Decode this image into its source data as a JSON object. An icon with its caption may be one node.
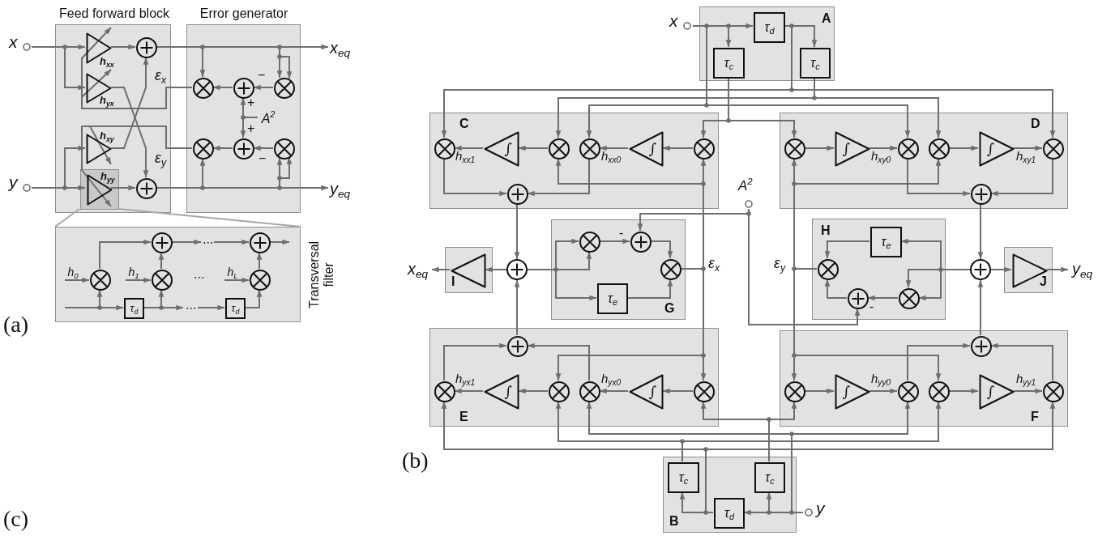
{
  "diagram": {
    "nodes": [
      {
        "text": [
          "Feed forward block"
        ]
      },
      {
        "text": [
          "Error generator"
        ]
      },
      {
        "text": [
          "x"
        ]
      },
      {
        "text": [
          "h$_{xx}$"
        ],
        "in": 0
      },
      {
        "text": [
          "h$_{yx}$"
        ],
        "in": 0
      },
      {
        "text": [],
        "shape": "adder",
        "in": 0
      },
      {
        "text": [
          "h$_{xy}$"
        ],
        "in": 0
      },
      {
        "text": [
          "y"
        ]
      },
      {
        "text": [],
        "shape": "box",
        "in": 0
      },
      {
        "text": [
          "h$_{yy}$"
        ],
        "in": 8
      },
      {
        "text": [],
        "shape": "adder",
        "in": 0
      },
      {
        "text": [],
        "shape": "multiplier",
        "in": 1
      },
      {
        "text": [],
        "shape": "adder",
        "in": 1
      },
      {
        "text": [],
        "shape": "multiplier",
        "in": 1
      },
      {
        "text": [
          "A$^{2}$"
        ],
        "in": 1
      },
      {
        "text": [],
        "shape": "multiplier",
        "in": 1
      },
      {
        "text": [],
        "shape": "adder",
        "in": 1
      },
      {
        "text": [],
        "shape": "multiplier",
        "in": 1
      },
      {
        "text": [
          "x$_{eq}$"
        ]
      },
      {
        "text": [
          "y$_{eq}$"
        ]
      },
      {
        "text": [
          "Transversal filter"
        ]
      },
      {
        "text": [],
        "shape": "adder",
        "in": 20
      },
      {
        "text": [
          "⋯"
        ],
        "in": 20
      },
      {
        "text": [],
        "shape": "adder",
        "in": 20
      },
      {
        "text": [
          "h$_{0}$"
        ],
        "in": 20
      },
      {
        "text": [],
        "shape": "multiplier",
        "in": 20
      },
      {
        "text": [
          "h$_{1}$"
        ],
        "in": 20
      },
      {
        "text": [],
        "shape": "multiplier",
        "in": 20
      },
      {
        "text": [
          "h$_{L}$"
        ],
        "in": 20
      },
      {
        "text": [],
        "shape": "multiplier",
        "in": 20
      },
      {
        "text": [
          "τ$_{d}$"
        ],
        "in": 20
      },
      {
        "text": [
          "⋯"
        ],
        "in": 20
      },
      {
        "text": [
          "τ$_{d}$"
        ],
        "in": 20
      },
      {
        "text": [
          "x"
        ]
      },
      {
        "text": [
          "A"
        ]
      },
      {
        "text": [
          "τ$_{d}$"
        ],
        "in": 34
      },
      {
        "text": [
          "τ$_{c}$"
        ],
        "in": 34
      },
      {
        "text": [
          "τ$_{c}$"
        ],
        "in": 34
      },
      {
        "text": [
          "C"
        ]
      },
      {
        "text": [],
        "shape": "multiplier",
        "in": 38
      },
      {
        "text": [
          "∫"
        ],
        "in": 38
      },
      {
        "text": [],
        "shape": "multiplier",
        "in": 38
      },
      {
        "text": [],
        "shape": "multiplier",
        "in": 38
      },
      {
        "text": [
          "∫"
        ],
        "in": 38
      },
      {
        "text": [],
        "shape": "multiplier",
        "in": 38
      },
      {
        "text": [],
        "shape": "adder",
        "in": 38
      },
      {
        "text": [
          "D"
        ]
      },
      {
        "text": [],
        "shape": "multiplier",
        "in": 46
      },
      {
        "text": [
          "∫"
        ],
        "in": 46
      },
      {
        "text": [],
        "shape": "multiplier",
        "in": 46
      },
      {
        "text": [],
        "shape": "multiplier",
        "in": 46
      },
      {
        "text": [
          "∫"
        ],
        "in": 46
      },
      {
        "text": [],
        "shape": "multiplier",
        "in": 46
      },
      {
        "text": [],
        "shape": "adder",
        "in": 46
      },
      {
        "text": [
          "A$^{2}$"
        ]
      },
      {
        "text": [
          "G"
        ]
      },
      {
        "text": [],
        "shape": "multiplier",
        "in": 55
      },
      {
        "text": [],
        "shape": "adder",
        "in": 55
      },
      {
        "text": [],
        "shape": "multiplier",
        "in": 55
      },
      {
        "text": [
          "τ$_{e}$"
        ],
        "in": 55
      },
      {
        "text": [
          "H"
        ]
      },
      {
        "text": [
          "τ$_{e}$"
        ],
        "in": 60
      },
      {
        "text": [],
        "shape": "multiplier",
        "in": 60
      },
      {
        "text": [],
        "shape": "multiplier",
        "in": 60
      },
      {
        "text": [],
        "shape": "adder",
        "in": 60
      },
      {
        "text": [
          "x$_{eq}$"
        ]
      },
      {
        "text": [
          "I"
        ]
      },
      {
        "text": [],
        "shape": "triangle",
        "in": 66
      },
      {
        "text": [],
        "shape": "adder"
      },
      {
        "text": [],
        "shape": "adder"
      },
      {
        "text": [
          "J"
        ]
      },
      {
        "text": [],
        "shape": "triangle",
        "in": 70
      },
      {
        "text": [
          "y$_{eq}$"
        ]
      },
      {
        "text": [
          "E"
        ]
      },
      {
        "text": [],
        "shape": "adder",
        "in": 73
      },
      {
        "text": [],
        "shape": "multiplier",
        "in": 73
      },
      {
        "text": [
          "∫"
        ],
        "in": 73
      },
      {
        "text": [],
        "shape": "multiplier",
        "in": 73
      },
      {
        "text": [],
        "shape": "multiplier",
        "in": 73
      },
      {
        "text": [
          "∫"
        ],
        "in": 73
      },
      {
        "text": [],
        "shape": "multiplier",
        "in": 73
      },
      {
        "text": [
          "F"
        ]
      },
      {
        "text": [],
        "shape": "adder",
        "in": 81
      },
      {
        "text": [],
        "shape": "multiplier",
        "in": 81
      },
      {
        "text": [
          "∫"
        ],
        "in": 81
      },
      {
        "text": [],
        "shape": "multiplier",
        "in": 81
      },
      {
        "text": [],
        "shape": "multiplier",
        "in": 81
      },
      {
        "text": [
          "∫"
        ],
        "in": 81
      },
      {
        "text": [],
        "shape": "multiplier",
        "in": 81
      },
      {
        "text": [
          "B"
        ]
      },
      {
        "text": [
          "τ$_{c}$"
        ],
        "in": 89
      },
      {
        "text": [
          "τ$_{c}$"
        ],
        "in": 89
      },
      {
        "text": [
          "τ$_{d}$"
        ],
        "in": 89
      },
      {
        "text": [
          "y"
        ]
      }
    ],
    "edges": [
      {
        "from": 2,
        "to": 3,
        "arrow": "to"
      },
      {
        "from": 2,
        "to": 4,
        "arrow": "to"
      },
      {
        "from": 7,
        "to": 6,
        "arrow": "to"
      },
      {
        "from": 7,
        "to": 9,
        "arrow": "to"
      },
      {
        "from": 3,
        "to": 5,
        "arrow": "to"
      },
      {
        "from": 4,
        "to": 10,
        "arrow": "to"
      },
      {
        "from": 6,
        "to": 5,
        "arrow": "to"
      },
      {
        "from": 9,
        "to": 10,
        "arrow": "to"
      },
      {
        "from": 5,
        "to": 18,
        "arrow": "to"
      },
      {
        "from": 10,
        "to": 19,
        "arrow": "to"
      },
      {
        "from": 5,
        "to": 11,
        "arrow": "to"
      },
      {
        "from": 5,
        "to": 13,
        "arrow": "to"
      },
      {
        "from": 5,
        "to": 13,
        "arrow": "to"
      },
      {
        "from": 13,
        "to": 12,
        "arrow": "to",
        "label": "−"
      },
      {
        "from": 14,
        "to": 12,
        "arrow": "to",
        "label": "+"
      },
      {
        "from": 12,
        "to": 11,
        "arrow": "to"
      },
      {
        "from": 11,
        "to": 3,
        "arrow": "to",
        "label": "ε$_{x}$"
      },
      {
        "from": 11,
        "to": 4,
        "arrow": "to"
      },
      {
        "from": 10,
        "to": 15,
        "arrow": "to"
      },
      {
        "from": 10,
        "to": 17,
        "arrow": "to"
      },
      {
        "from": 10,
        "to": 17,
        "arrow": "to"
      },
      {
        "from": 17,
        "to": 16,
        "arrow": "to",
        "label": "−"
      },
      {
        "from": 14,
        "to": 16,
        "arrow": "to",
        "label": "+"
      },
      {
        "from": 16,
        "to": 15,
        "arrow": "to"
      },
      {
        "from": 15,
        "to": 6,
        "arrow": "to",
        "label": "ε$_{y}$"
      },
      {
        "from": 15,
        "to": 9,
        "arrow": "to"
      },
      {
        "from": 8,
        "to": 20,
        "arrow": "none",
        "color": "#a6a6a6"
      },
      {
        "from": 8,
        "to": 20,
        "arrow": "none",
        "color": "#a6a6a6"
      },
      {
        "from": null,
        "to": 25,
        "arrow": "to"
      },
      {
        "from": null,
        "to": 30,
        "arrow": "to"
      },
      {
        "from": 24,
        "to": 25,
        "arrow": "to"
      },
      {
        "from": 26,
        "to": 27,
        "arrow": "to"
      },
      {
        "from": 28,
        "to": 29,
        "arrow": "to"
      },
      {
        "from": 25,
        "to": 21,
        "arrow": "to"
      },
      {
        "from": 30,
        "to": 27,
        "arrow": "to"
      },
      {
        "from": 30,
        "to": 31,
        "arrow": "to"
      },
      {
        "from": 31,
        "to": 32,
        "arrow": "to"
      },
      {
        "from": 32,
        "to": 29,
        "arrow": "to"
      },
      {
        "from": 27,
        "to": 21,
        "arrow": "to"
      },
      {
        "from": 29,
        "to": 23,
        "arrow": "to"
      },
      {
        "from": 21,
        "to": 22,
        "arrow": "to"
      },
      {
        "from": 22,
        "to": 23,
        "arrow": "to"
      },
      {
        "from": 23,
        "to": null,
        "arrow": "to"
      },
      {
        "from": 33,
        "to": 35,
        "arrow": "to"
      },
      {
        "from": 33,
        "to": 36,
        "arrow": "to"
      },
      {
        "from": 35,
        "to": 37,
        "arrow": "to"
      },
      {
        "from": 35,
        "to": 39,
        "arrow": "to"
      },
      {
        "from": 35,
        "to": 52,
        "arrow": "to"
      },
      {
        "from": 37,
        "to": 41,
        "arrow": "to"
      },
      {
        "from": 37,
        "to": 50,
        "arrow": "to"
      },
      {
        "from": 33,
        "to": 42,
        "arrow": "to"
      },
      {
        "from": 33,
        "to": 49,
        "arrow": "to"
      },
      {
        "from": 36,
        "to": 44,
        "arrow": "to"
      },
      {
        "from": 36,
        "to": 47,
        "arrow": "to"
      },
      {
        "from": 44,
        "to": 43,
        "arrow": "to"
      },
      {
        "from": 43,
        "to": 42,
        "arrow": "to",
        "label": "h$_{xx0}$"
      },
      {
        "from": 41,
        "to": 40,
        "arrow": "to"
      },
      {
        "from": 40,
        "to": 39,
        "arrow": "to",
        "label": "h$_{xx1}$"
      },
      {
        "from": 39,
        "to": 45,
        "arrow": "to"
      },
      {
        "from": 42,
        "to": 45,
        "arrow": "to"
      },
      {
        "from": 47,
        "to": 48,
        "arrow": "to"
      },
      {
        "from": 48,
        "to": 49,
        "arrow": "to",
        "label": "h$_{xy0}$"
      },
      {
        "from": 50,
        "to": 51,
        "arrow": "to"
      },
      {
        "from": 51,
        "to": 52,
        "arrow": "to",
        "label": "h$_{xy1}$"
      },
      {
        "from": 49,
        "to": 53,
        "arrow": "to"
      },
      {
        "from": 52,
        "to": 53,
        "arrow": "to"
      },
      {
        "from": 45,
        "to": 68,
        "arrow": "to"
      },
      {
        "from": 53,
        "to": 69,
        "arrow": "to"
      },
      {
        "from": 68,
        "to": 67,
        "arrow": "to"
      },
      {
        "from": 67,
        "to": 65,
        "arrow": "to"
      },
      {
        "from": 68,
        "to": 56,
        "arrow": "to"
      },
      {
        "from": 68,
        "to": 56,
        "arrow": "to"
      },
      {
        "from": 68,
        "to": 59,
        "arrow": "to"
      },
      {
        "from": 56,
        "to": 57,
        "arrow": "to",
        "label": "-"
      },
      {
        "from": 54,
        "to": 57,
        "arrow": "to"
      },
      {
        "from": 57,
        "to": 58,
        "arrow": "to"
      },
      {
        "from": 59,
        "to": 58,
        "arrow": "to"
      },
      {
        "from": 58,
        "to": 44,
        "arrow": "to",
        "label": "ε$_{x}$"
      },
      {
        "from": 58,
        "to": 41,
        "arrow": "to"
      },
      {
        "from": 58,
        "to": 80,
        "arrow": "to"
      },
      {
        "from": 58,
        "to": 77,
        "arrow": "to"
      },
      {
        "from": 69,
        "to": 71,
        "arrow": "to"
      },
      {
        "from": 71,
        "to": 72,
        "arrow": "to"
      },
      {
        "from": 69,
        "to": 61,
        "arrow": "to"
      },
      {
        "from": 69,
        "to": 63,
        "arrow": "to"
      },
      {
        "from": 69,
        "to": 63,
        "arrow": "to"
      },
      {
        "from": 61,
        "to": 62,
        "arrow": "to"
      },
      {
        "from": 63,
        "to": 64,
        "arrow": "to",
        "label": "-"
      },
      {
        "from": 54,
        "to": 64,
        "arrow": "to"
      },
      {
        "from": 64,
        "to": 62,
        "arrow": "to"
      },
      {
        "from": 62,
        "to": 47,
        "arrow": "to",
        "label": "ε$_{y}$"
      },
      {
        "from": 62,
        "to": 50,
        "arrow": "to"
      },
      {
        "from": 62,
        "to": 83,
        "arrow": "to"
      },
      {
        "from": 62,
        "to": 86,
        "arrow": "to"
      },
      {
        "from": 80,
        "to": 79,
        "arrow": "to"
      },
      {
        "from": 79,
        "to": 78,
        "arrow": "to",
        "label": "h$_{yx0}$"
      },
      {
        "from": 77,
        "to": 76,
        "arrow": "to"
      },
      {
        "from": 76,
        "to": 75,
        "arrow": "to",
        "label": "h$_{yx1}$"
      },
      {
        "from": 75,
        "to": 74,
        "arrow": "to"
      },
      {
        "from": 78,
        "to": 74,
        "arrow": "to"
      },
      {
        "from": 74,
        "to": 68,
        "arrow": "to"
      },
      {
        "from": 83,
        "to": 84,
        "arrow": "to"
      },
      {
        "from": 84,
        "to": 85,
        "arrow": "to",
        "label": "h$_{yy0}$"
      },
      {
        "from": 86,
        "to": 87,
        "arrow": "to"
      },
      {
        "from": 87,
        "to": 88,
        "arrow": "to",
        "label": "h$_{yy1}$"
      },
      {
        "from": 85,
        "to": 82,
        "arrow": "to"
      },
      {
        "from": 88,
        "to": 82,
        "arrow": "to"
      },
      {
        "from": 82,
        "to": 69,
        "arrow": "to"
      },
      {
        "from": 93,
        "to": 92,
        "arrow": "to"
      },
      {
        "from": 93,
        "to": 91,
        "arrow": "to"
      },
      {
        "from": 92,
        "to": 90,
        "arrow": "to"
      },
      {
        "from": 93,
        "to": 78,
        "arrow": "to"
      },
      {
        "from": 93,
        "to": 85,
        "arrow": "to"
      },
      {
        "from": 92,
        "to": 75,
        "arrow": "to"
      },
      {
        "from": 92,
        "to": 88,
        "arrow": "to"
      },
      {
        "from": 91,
        "to": 80,
        "arrow": "to"
      },
      {
        "from": 91,
        "to": 83,
        "arrow": "to"
      },
      {
        "from": 90,
        "to": 77,
        "arrow": "to"
      },
      {
        "from": 90,
        "to": 86,
        "arrow": "to"
      }
    ],
    "labels": [
      "⋯",
      "(a)",
      "(b)",
      "(c)"
    ]
  }
}
